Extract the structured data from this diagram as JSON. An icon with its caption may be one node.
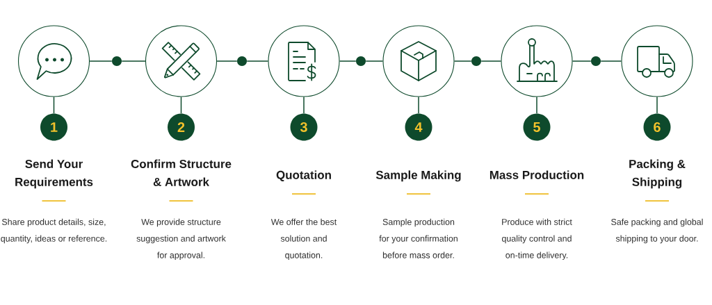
{
  "diagram": {
    "nodes": [
      {
        "text": [],
        "shape": "circle"
      },
      {
        "text": [],
        "shape": "circle"
      },
      {
        "text": [],
        "shape": "circle"
      },
      {
        "text": [],
        "shape": "circle"
      },
      {
        "text": [],
        "shape": "circle"
      },
      {
        "text": [],
        "shape": "circle"
      },
      {
        "text": [],
        "shape": "circle"
      },
      {
        "text": [],
        "shape": "circle"
      },
      {
        "text": [],
        "shape": "circle"
      },
      {
        "text": [],
        "shape": "circle"
      },
      {
        "text": [],
        "shape": "circle"
      },
      {
        "text": [
          "1"
        ],
        "beside": [
          "Send Your Requirements"
        ]
      },
      {
        "text": [
          "2"
        ],
        "beside": [
          "Confirm Structure & Artwork"
        ]
      },
      {
        "text": [
          "3"
        ],
        "beside": [
          "Quotation"
        ]
      },
      {
        "text": [
          "4"
        ],
        "beside": [
          "Sample Making"
        ]
      },
      {
        "text": [
          "5"
        ],
        "beside": [
          "Mass Production"
        ]
      },
      {
        "text": [
          "6"
        ],
        "beside": [
          "Packing & Shipping"
        ]
      }
    ],
    "edges": [
      {
        "from": 0,
        "to": 1,
        "arrow": "none"
      },
      {
        "from": 1,
        "to": 2,
        "arrow": "none"
      },
      {
        "from": 2,
        "to": 3,
        "arrow": "none"
      },
      {
        "from": 3,
        "to": 4,
        "arrow": "none"
      },
      {
        "from": 4,
        "to": 5,
        "arrow": "none"
      },
      {
        "from": 5,
        "to": 6,
        "arrow": "none"
      },
      {
        "from": 6,
        "to": 7,
        "arrow": "none"
      },
      {
        "from": 7,
        "to": 8,
        "arrow": "none"
      },
      {
        "from": 8,
        "to": 9,
        "arrow": "none"
      },
      {
        "from": 9,
        "to": 10,
        "arrow": "none"
      },
      {
        "from": 0,
        "to": 11,
        "arrow": "none"
      },
      {
        "from": 2,
        "to": 12,
        "arrow": "none"
      },
      {
        "from": 4,
        "to": 13,
        "arrow": "none"
      },
      {
        "from": 6,
        "to": 14,
        "arrow": "none"
      },
      {
        "from": 8,
        "to": 15,
        "arrow": "none"
      },
      {
        "from": 10,
        "to": 16,
        "arrow": "none"
      }
    ],
    "labels": [
      "Share product details, size, quantity, ideas or reference.",
      "We provide structure suggestion and artwork for approval.",
      "We offer the best solution and quotation.",
      "Sample production for your confirmation before mass order.",
      "Produce with strict quality control and on-time delivery.",
      "Safe packing and global shipping to your door."
    ]
  }
}
